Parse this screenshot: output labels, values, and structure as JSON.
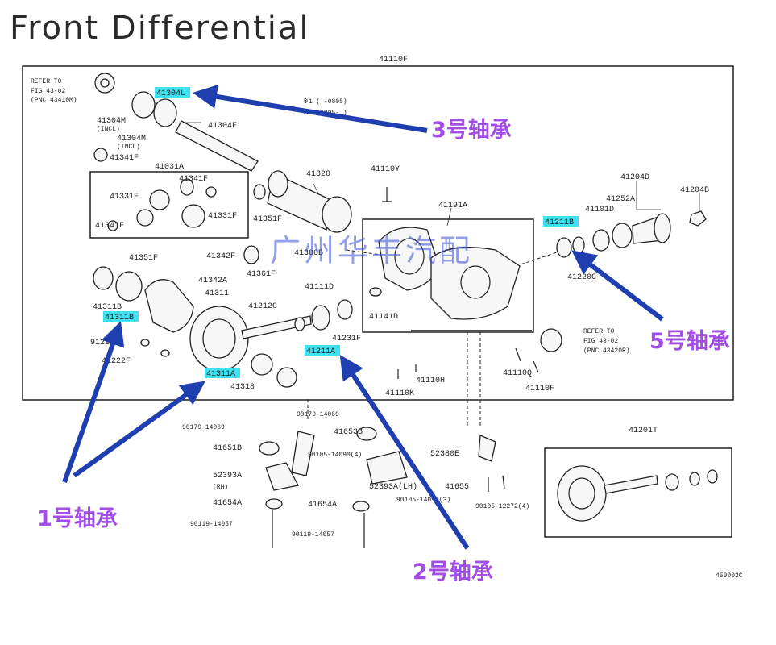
{
  "title": "Front Differential",
  "figure_code": "450002C",
  "assembly_label": "41110F",
  "watermark": "广州华丰汽配",
  "ref_notes": {
    "top_left": [
      "REFER TO",
      "FIG 43-02",
      "(PNC 43410M)"
    ],
    "bottom_right": [
      "REFER TO",
      "FIG 43-02",
      "(PNC 43420R)"
    ],
    "star_lines": [
      "※1 ( -0805)",
      "※2 (0805- )"
    ]
  },
  "highlighted_parts": {
    "b3": "41304L",
    "b1a": "41311B",
    "b1b": "41311A",
    "b2": "41211A",
    "b5": "41211B"
  },
  "callouts": {
    "bearing3": "3号轴承",
    "bearing1": "1号轴承",
    "bearing2": "2号轴承",
    "bearing5": "5号轴承"
  },
  "labels": {
    "l01": "41304M",
    "l02": "(INCL)",
    "l03": "41304M",
    "l04": "(INCL)",
    "l05": "41304F",
    "l06": "41341F",
    "l07": "41031A",
    "l08": "41341F",
    "l09": "41331F",
    "l10": "41341F",
    "l11": "41331F",
    "l12": "41320",
    "l13": "41110Y",
    "l14": "41191A",
    "l15": "41351F",
    "l16": "41380B",
    "l17": "41342F",
    "l18": "41342A",
    "l19": "41311",
    "l20": "41361F",
    "l21": "41351F",
    "l22": "41111D",
    "l23": "41212C",
    "l24": "41231F",
    "l25": "41141D",
    "l26": "41311B",
    "l27": "91222D",
    "l28": "41222F",
    "l29": "41318",
    "l30": "41110H",
    "l31": "41110K",
    "l32": "41110Q",
    "l33": "41110F",
    "l34": "41204D",
    "l35": "41252A",
    "l36": "41204B",
    "l37": "41101D",
    "l38": "41220C",
    "l39": "90179-14069",
    "l40": "90179-14069",
    "l41": "41653B",
    "l42": "41651B",
    "l43": "90105-14090(4)",
    "l44": "52380E",
    "l45": "52393A",
    "l46": "(RH)",
    "l47": "52393A(LH)",
    "l48": "41655",
    "l49": "41654A",
    "l50": "41654A",
    "l51": "90105-14090(3)",
    "l52": "90105-12272(4)",
    "l53": "90119-14057",
    "l54": "90119-14057",
    "l55": "41201T"
  }
}
